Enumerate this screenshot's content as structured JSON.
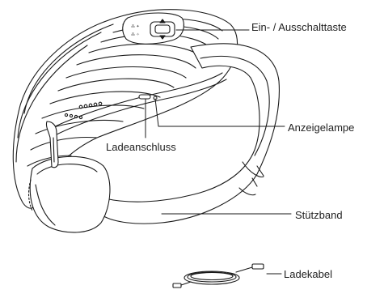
{
  "labels": {
    "power_button": "Ein- / Ausschalttaste",
    "indicator_lamp": "Anzeigelampe",
    "charging_port": "Ladeanschluss",
    "support_strap": "Stützband",
    "charging_cable": "Ladekabel"
  },
  "colors": {
    "line": "#1a1a1a",
    "fill": "#ffffff",
    "text": "#222222"
  }
}
